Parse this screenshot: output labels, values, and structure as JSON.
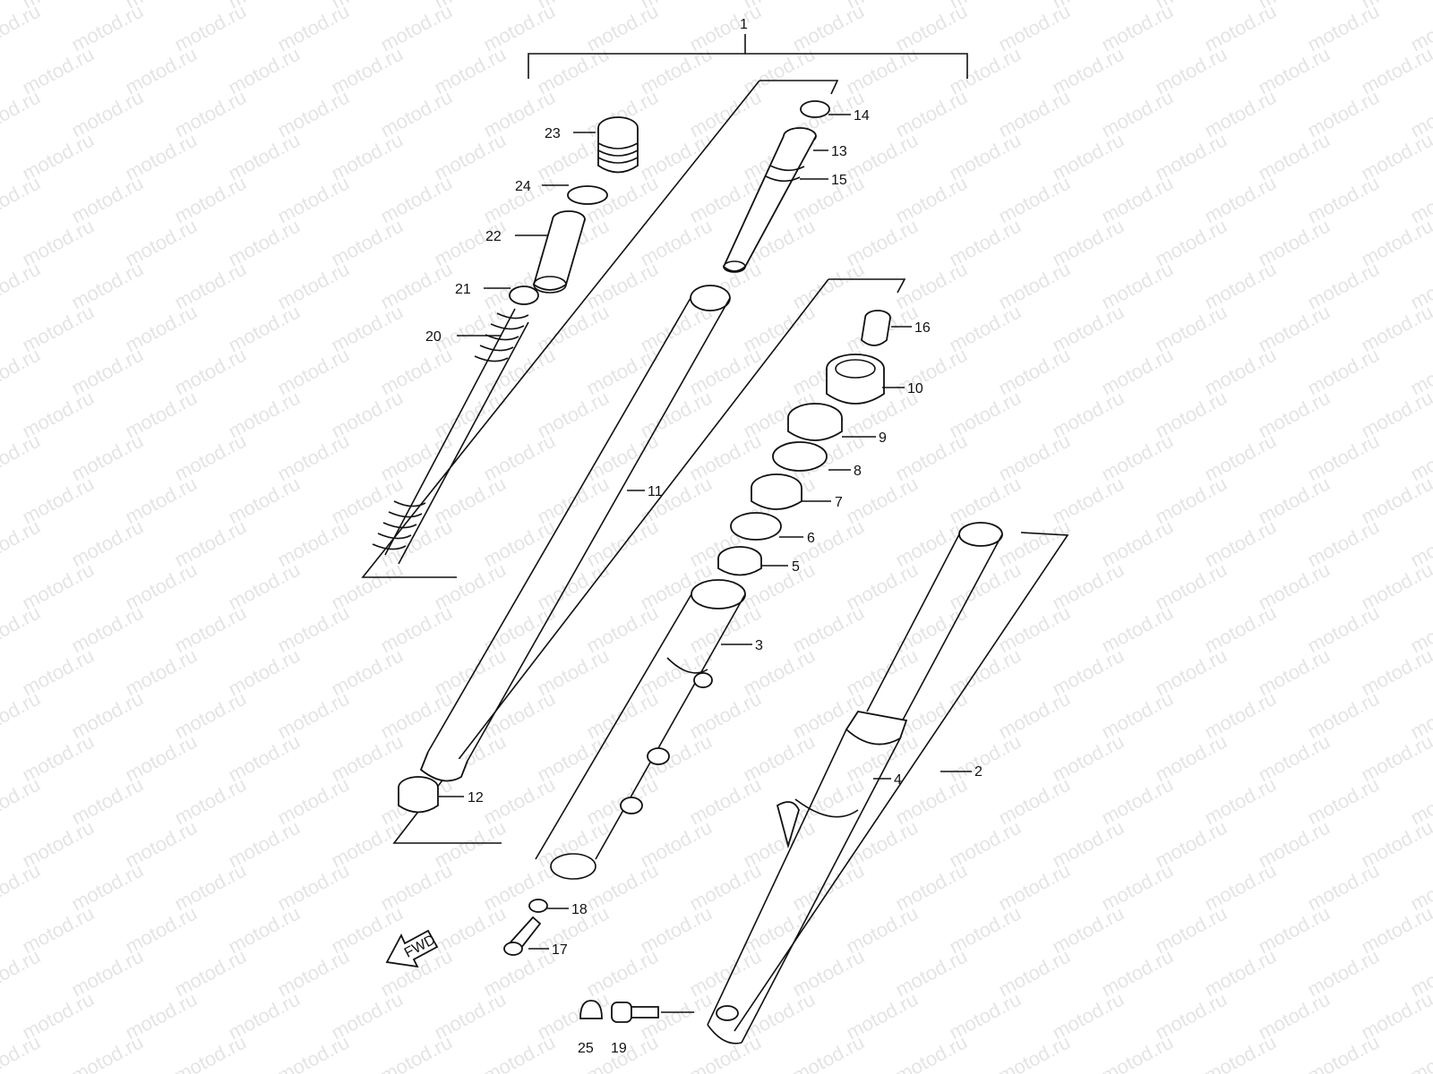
{
  "watermark": {
    "text": "motod.ru"
  },
  "fwd_badge": "FWD",
  "parts": [
    {
      "id": "1",
      "label": "1"
    },
    {
      "id": "2",
      "label": "2"
    },
    {
      "id": "3",
      "label": "3"
    },
    {
      "id": "4",
      "label": "4"
    },
    {
      "id": "5",
      "label": "5"
    },
    {
      "id": "6",
      "label": "6"
    },
    {
      "id": "7",
      "label": "7"
    },
    {
      "id": "8",
      "label": "8"
    },
    {
      "id": "9",
      "label": "9"
    },
    {
      "id": "10",
      "label": "10"
    },
    {
      "id": "11",
      "label": "11"
    },
    {
      "id": "12",
      "label": "12"
    },
    {
      "id": "13",
      "label": "13"
    },
    {
      "id": "14",
      "label": "14"
    },
    {
      "id": "15",
      "label": "15"
    },
    {
      "id": "16",
      "label": "16"
    },
    {
      "id": "17",
      "label": "17"
    },
    {
      "id": "18",
      "label": "18"
    },
    {
      "id": "19",
      "label": "19"
    },
    {
      "id": "20",
      "label": "20"
    },
    {
      "id": "21",
      "label": "21"
    },
    {
      "id": "22",
      "label": "22"
    },
    {
      "id": "23",
      "label": "23"
    },
    {
      "id": "24",
      "label": "24"
    },
    {
      "id": "25",
      "label": "25"
    }
  ]
}
